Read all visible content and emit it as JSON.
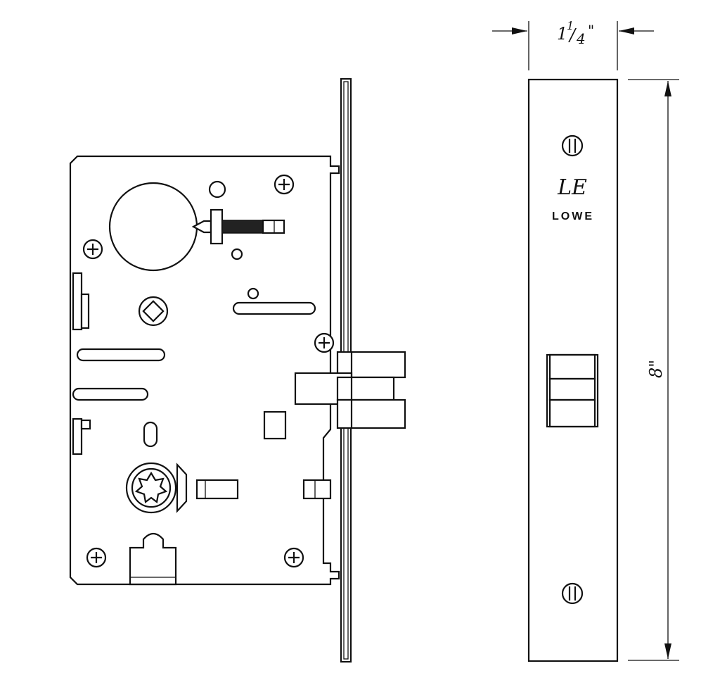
{
  "width_dimension": {
    "whole": "1",
    "numerator": "1",
    "slash": "/",
    "denominator": "4",
    "inch_mark": "\""
  },
  "height_dimension": "8\"",
  "faceplate": {
    "brand_monogram": "LE",
    "brand_name": "LOWE"
  }
}
